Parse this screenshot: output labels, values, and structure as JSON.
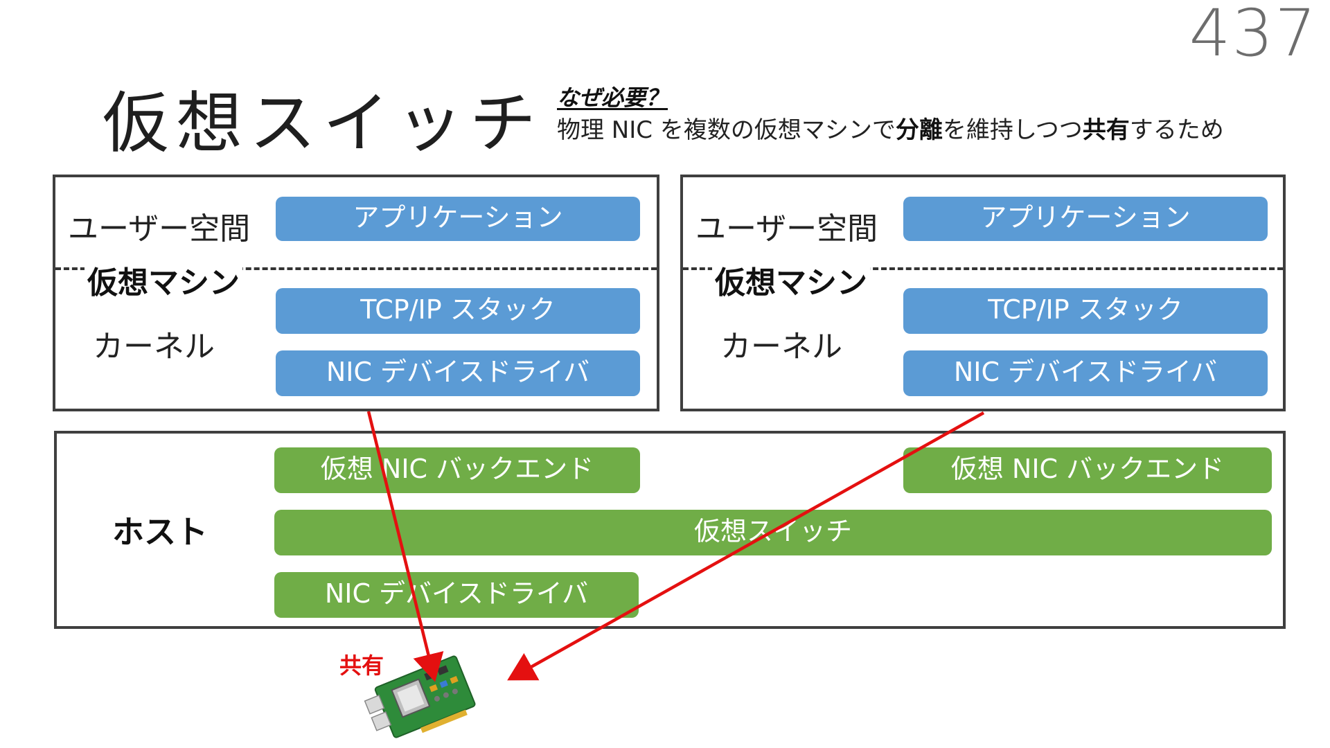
{
  "page_number": "437",
  "title": "仮想スイッチ",
  "why": {
    "heading": "なぜ必要？",
    "text_before": "物理 NIC を複数の仮想マシンで",
    "bold1": "分離",
    "text_middle": "を維持しつつ",
    "bold2": "共有",
    "text_after": "するため"
  },
  "vms": [
    {
      "user_space": "ユーザー空間",
      "vm_label": "仮想マシン",
      "kernel": "カーネル",
      "application": "アプリケーション",
      "tcpip": "TCP/IP スタック",
      "nic_driver": "NIC デバイスドライバ"
    },
    {
      "user_space": "ユーザー空間",
      "vm_label": "仮想マシン",
      "kernel": "カーネル",
      "application": "アプリケーション",
      "tcpip": "TCP/IP スタック",
      "nic_driver": "NIC デバイスドライバ"
    }
  ],
  "host": {
    "label": "ホスト",
    "backend_left": "仮想 NIC バックエンド",
    "backend_right": "仮想 NIC バックエンド",
    "vswitch": "仮想スイッチ",
    "nic_driver": "NIC デバイスドライバ"
  },
  "shared_label": "共有",
  "colors": {
    "kernel_block": "#5b9bd5",
    "host_block": "#70ad47",
    "arrow": "#e41010",
    "nic_board": "#2e8b3a"
  },
  "icons": {
    "nic_card": "network-card-icon"
  }
}
